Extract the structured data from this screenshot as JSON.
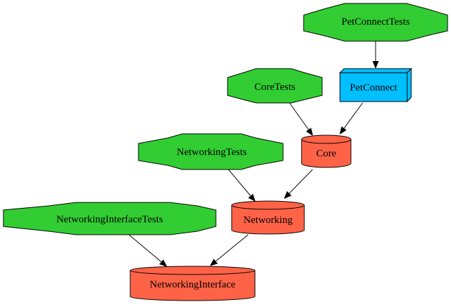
{
  "diagram": {
    "colors": {
      "test_target": "#32cd32",
      "app_target": "#00bfff",
      "framework": "#ff6347",
      "stroke": "#000000",
      "background": "#ffffff"
    },
    "nodes": {
      "pet_connect_tests": {
        "label": "PetConnectTests",
        "shape": "octagon",
        "kind": "test_target"
      },
      "pet_connect": {
        "label": "PetConnect",
        "shape": "box3d",
        "kind": "app_target"
      },
      "core_tests": {
        "label": "CoreTests",
        "shape": "octagon",
        "kind": "test_target"
      },
      "core": {
        "label": "Core",
        "shape": "cylinder",
        "kind": "framework"
      },
      "networking_tests": {
        "label": "NetworkingTests",
        "shape": "octagon",
        "kind": "test_target"
      },
      "networking": {
        "label": "Networking",
        "shape": "cylinder",
        "kind": "framework"
      },
      "networking_interface_tests": {
        "label": "NetworkingInterfaceTests",
        "shape": "octagon",
        "kind": "test_target"
      },
      "networking_interface": {
        "label": "NetworkingInterface",
        "shape": "cylinder",
        "kind": "framework"
      }
    },
    "edges": [
      {
        "from": "PetConnectTests",
        "to": "PetConnect"
      },
      {
        "from": "CoreTests",
        "to": "Core"
      },
      {
        "from": "PetConnect",
        "to": "Core"
      },
      {
        "from": "NetworkingTests",
        "to": "Networking"
      },
      {
        "from": "Core",
        "to": "Networking"
      },
      {
        "from": "NetworkingInterfaceTests",
        "to": "NetworkingInterface"
      },
      {
        "from": "Networking",
        "to": "NetworkingInterface"
      }
    ]
  }
}
